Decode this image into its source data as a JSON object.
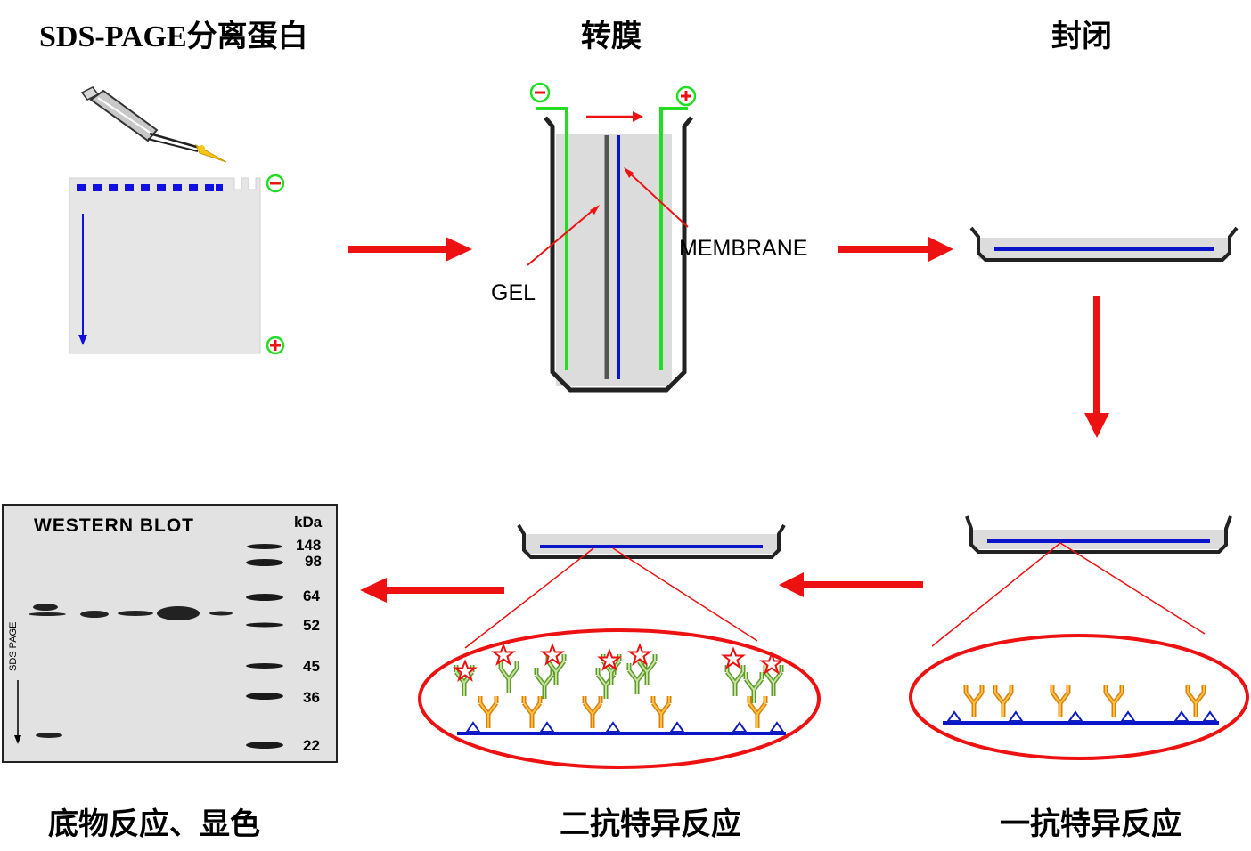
{
  "steps": {
    "sds_page": "SDS-PAGE分离蛋白",
    "transfer": "转膜",
    "blocking": "封闭",
    "primary_antibody": "一抗特异反应",
    "secondary_antibody": "二抗特异反应",
    "detection": "底物反应、显色"
  },
  "transfer_labels": {
    "gel": "GEL",
    "membrane": "MEMBRANE"
  },
  "western_blot": {
    "title": "WESTERN  BLOT",
    "unit": "kDa",
    "side_label": "SDS PAGE",
    "markers": [
      "148",
      "98",
      "64",
      "52",
      "45",
      "36",
      "22"
    ]
  },
  "colors": {
    "arrow": "#ee1111",
    "membrane": "#0a14c8",
    "electrode": "#22dd22",
    "gel_bg": "#e6e6e6",
    "primary_ab": "#f0a020",
    "secondary_ab": "#8fbf5a",
    "star": "#ee1111"
  }
}
